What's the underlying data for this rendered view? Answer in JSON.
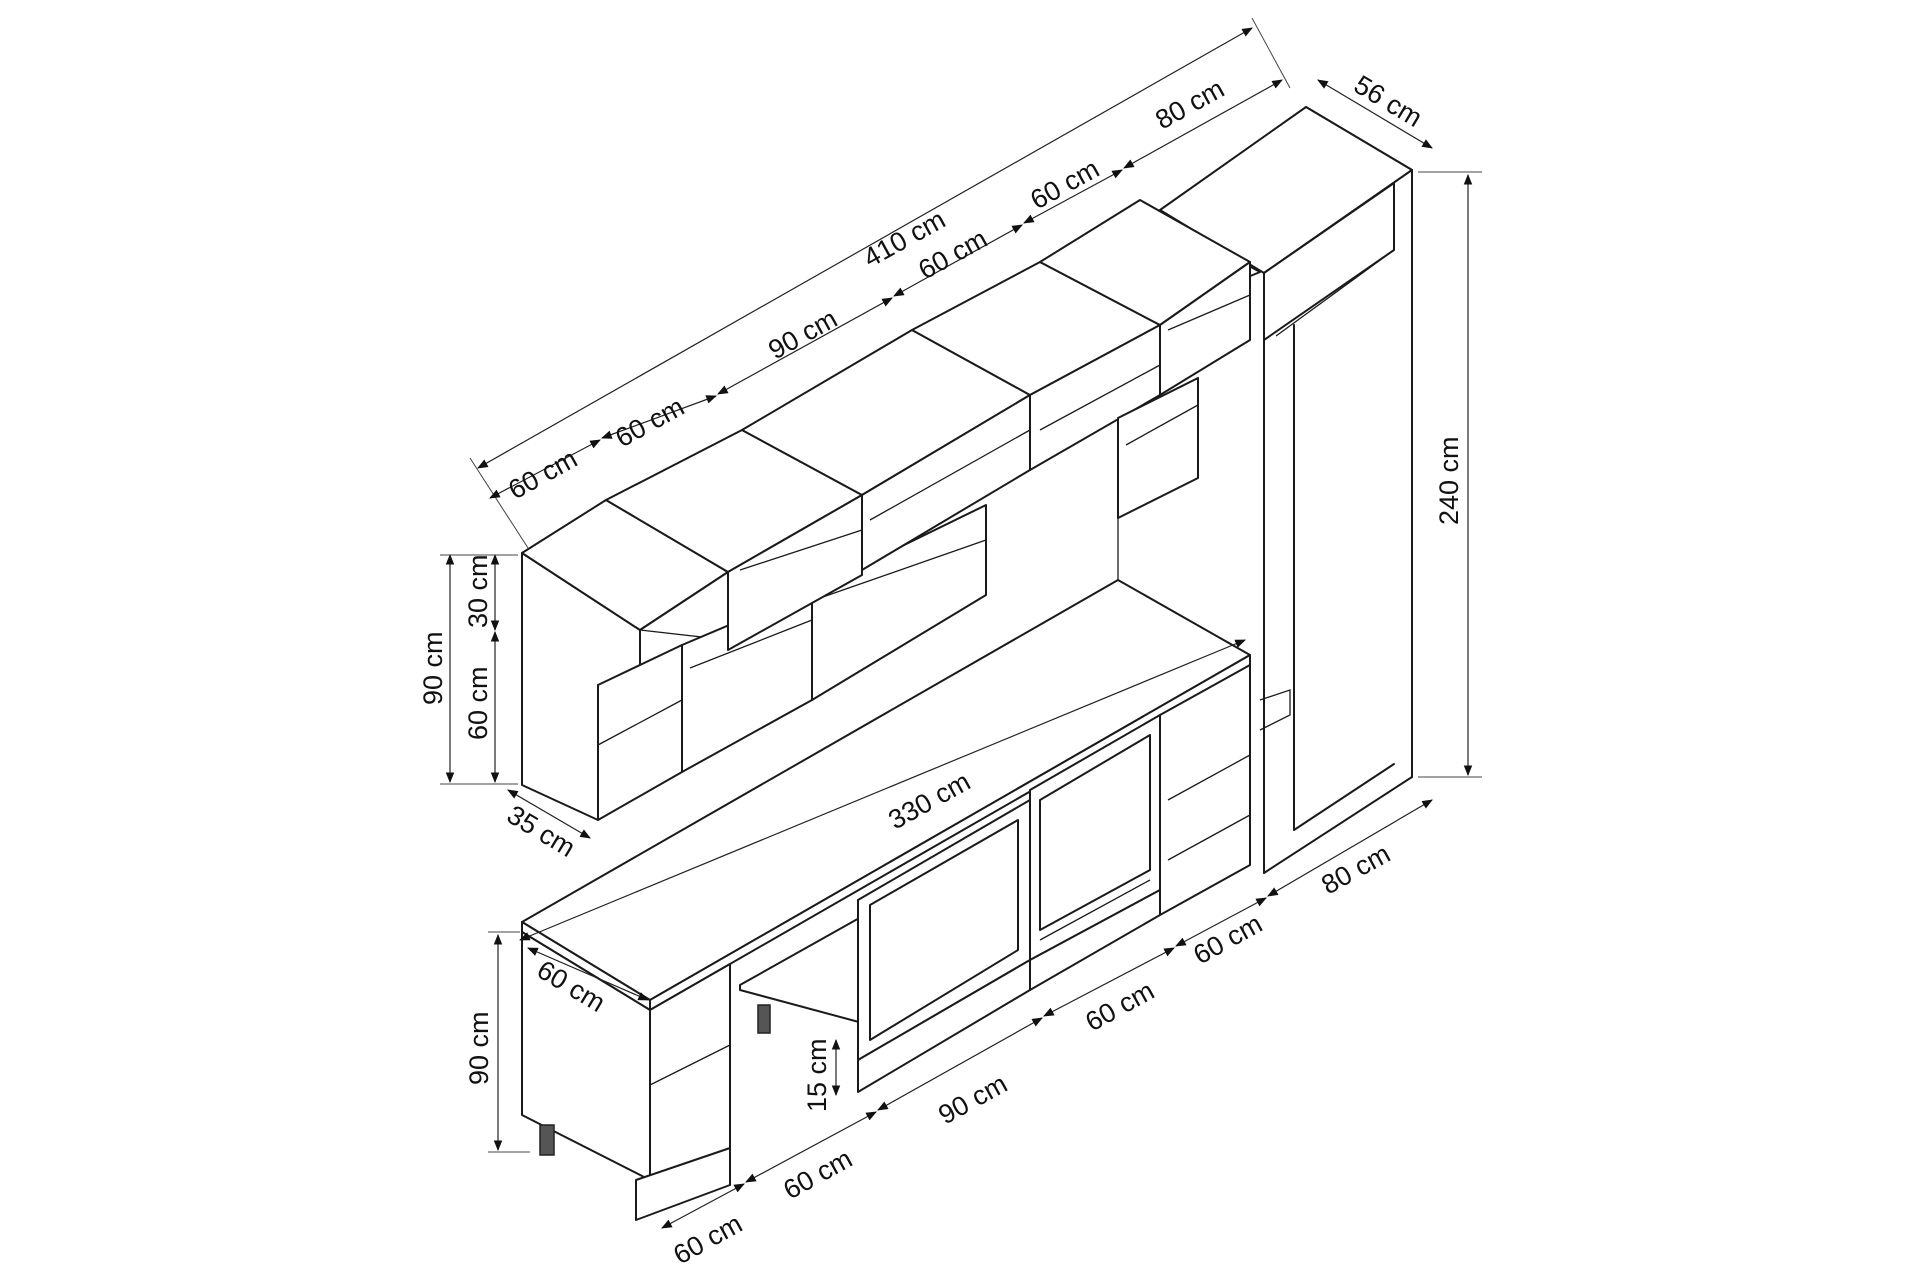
{
  "dimensions": {
    "total_width": "410 cm",
    "upper_seg_1": "60 cm",
    "upper_seg_2": "60 cm",
    "upper_seg_3": "90 cm",
    "upper_seg_4": "60 cm",
    "upper_seg_5": "60 cm",
    "tall_width": "80 cm",
    "tall_depth": "56 cm",
    "tall_height": "240 cm",
    "upper_total_height": "90 cm",
    "upper_top_height": "30 cm",
    "upper_bottom_height": "60 cm",
    "upper_depth": "35 cm",
    "counter_length": "330 cm",
    "counter_depth": "60 cm",
    "base_height": "90 cm",
    "plinth_height": "15 cm",
    "base_seg_1": "60 cm",
    "base_seg_2": "60 cm",
    "base_seg_3": "90 cm",
    "base_seg_4": "60 cm",
    "base_seg_5": "60 cm",
    "base_seg_6": "80 cm"
  }
}
